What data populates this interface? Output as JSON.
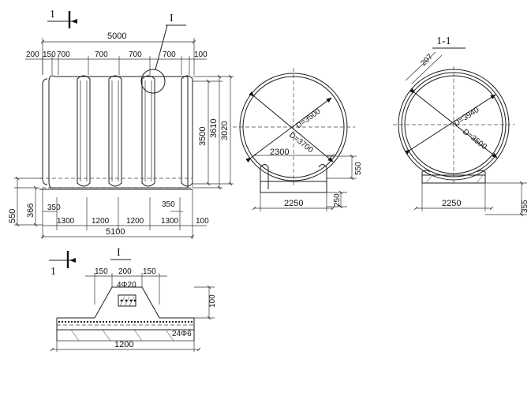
{
  "labels": {
    "section_mark": "1",
    "detail_mark": "I",
    "section_title": "1-1"
  },
  "front_view": {
    "overall_top": "5000",
    "top_dims": [
      "200",
      "150",
      "700",
      "700",
      "700",
      "700",
      "100"
    ],
    "right_dims": [
      "3500",
      "3610",
      "3020"
    ],
    "left_dims": [
      "550",
      "366"
    ],
    "small_left": "350",
    "small_right": "350",
    "bottom_dims": [
      "1300",
      "1200",
      "1200",
      "1300",
      "100"
    ],
    "overall_bottom": "5100"
  },
  "end_view": {
    "d_inner": "D=3500",
    "d_outer": "D=3700",
    "base_width": "2300",
    "base_height": "550",
    "base_bottom": "2250",
    "base_offset": "250"
  },
  "section_view": {
    "thickness": "207",
    "d_outer": "D=3940",
    "d_inner": "D=3500",
    "base_bottom": "2250",
    "base_height": "355"
  },
  "detail_view": {
    "top_dims": [
      "150",
      "200",
      "150"
    ],
    "rebar_top": "4Φ20",
    "height": "100",
    "rebar_bottom": "24Φ6",
    "width": "1200"
  }
}
